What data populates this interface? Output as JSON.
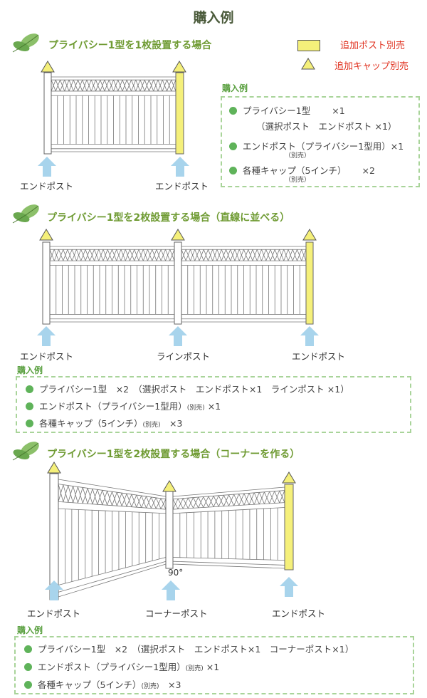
{
  "title": "購入例",
  "legend": {
    "post": "追加ポスト別売",
    "cap": "追加キャップ別売",
    "colors": {
      "post": "#f5f07a",
      "cap": "#f5f07a",
      "text": "#e0301e"
    }
  },
  "sections": [
    {
      "heading": "プライバシー1型を1枚設置する場合",
      "labels": [
        "エンドポスト",
        "エンドポスト"
      ],
      "buy": {
        "heading": "購入例",
        "items": [
          {
            "name": "プライバシー1型",
            "qty": "×1",
            "sub": "（選択ポスト　エンドポスト ×1）"
          },
          {
            "name": "エンドポスト（プライバシー1型用）",
            "qty": "×1",
            "sub": "（別売）"
          },
          {
            "name": "各種キャップ（5インチ）",
            "qty": "×2",
            "sub": "（別売）"
          }
        ]
      }
    },
    {
      "heading": "プライバシー1型を2枚設置する場合（直線に並べる）",
      "labels": [
        "エンドポスト",
        "ラインポスト",
        "エンドポスト"
      ],
      "buy": {
        "heading": "購入例",
        "items": [
          {
            "text": "プライバシー1型　×2　（選択ポスト　エンドポスト×1　ラインポスト ×1）"
          },
          {
            "text": "エンドポスト（プライバシー1型用）",
            "note": "(別売)",
            "qty": "×1"
          },
          {
            "text": "各種キャップ（5インチ）",
            "note": "(別売)",
            "qty": "×3"
          }
        ]
      }
    },
    {
      "heading": "プライバシー1型を2枚設置する場合（コーナーを作る）",
      "labels": [
        "エンドポスト",
        "コーナーポスト",
        "エンドポスト"
      ],
      "angle": "90°",
      "buy": {
        "heading": "購入例",
        "items": [
          {
            "text": "プライバシー1型　×2　（選択ポスト　エンドポスト×1　コーナーポスト×1）"
          },
          {
            "text": "エンドポスト（プライバシー1型用）",
            "note": "(別売)",
            "qty": "×1"
          },
          {
            "text": "各種キャップ（5インチ）",
            "note": "(別売)",
            "qty": "×3"
          }
        ]
      }
    }
  ]
}
